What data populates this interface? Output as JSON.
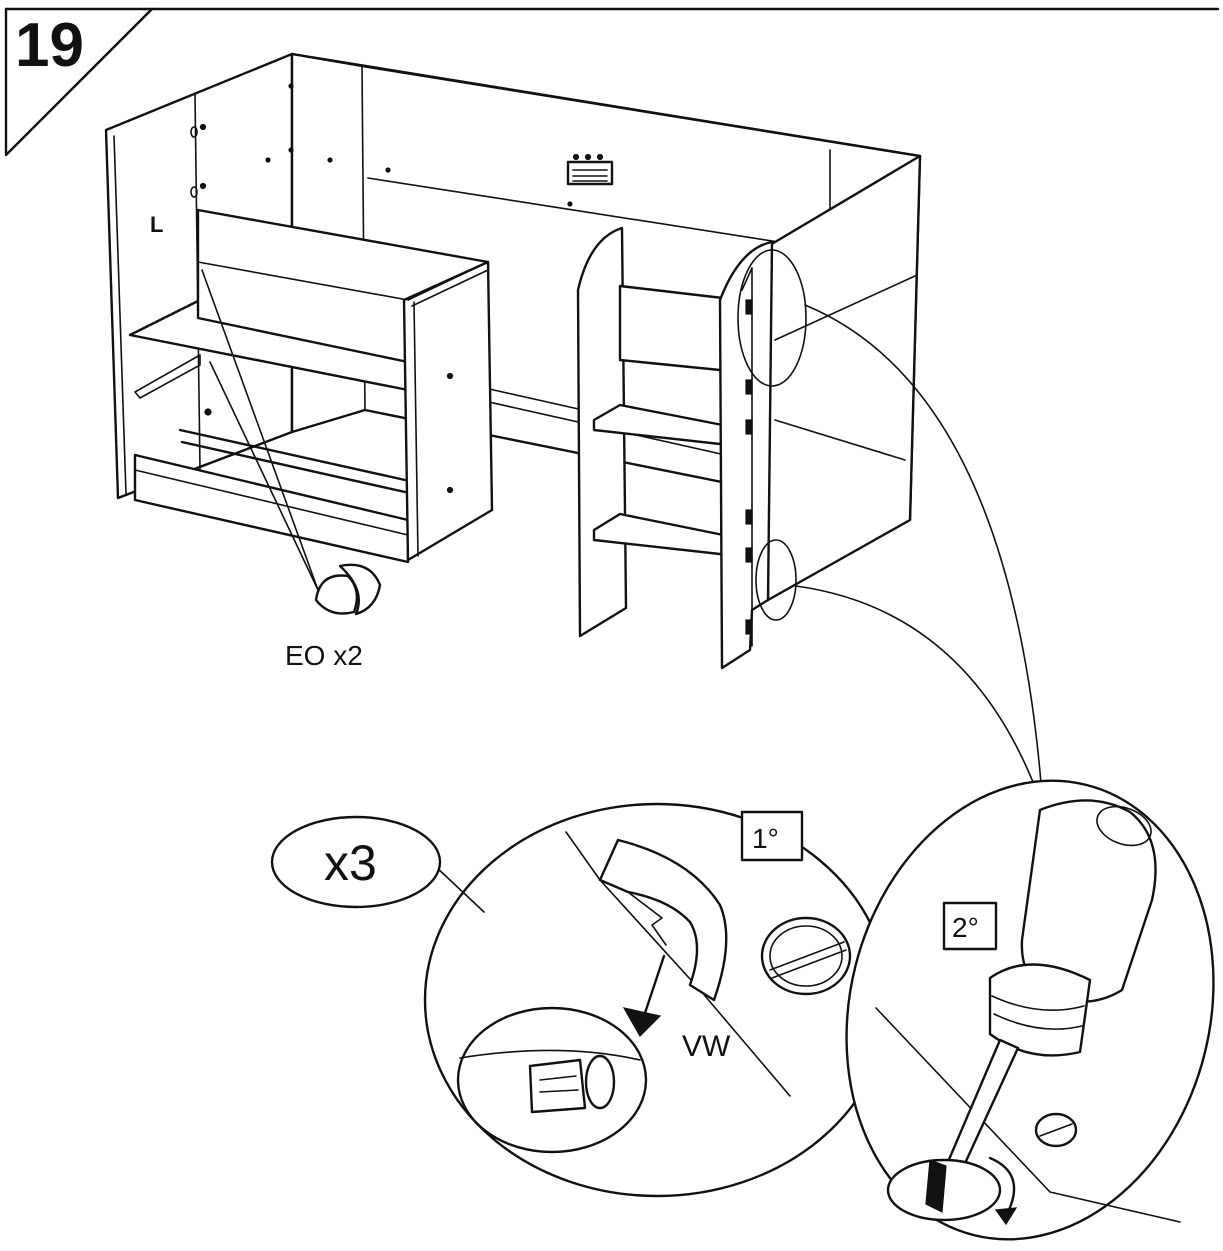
{
  "step": {
    "number": "19"
  },
  "parts": {
    "cam_cover": {
      "label": "EO x2"
    },
    "cam_lock": {
      "label": "VW"
    }
  },
  "callouts": {
    "quantity": "x3",
    "first_action": "1°",
    "second_action": "2°"
  },
  "panel_marker": "L",
  "colors": {
    "line": "#111111",
    "background": "#ffffff"
  }
}
